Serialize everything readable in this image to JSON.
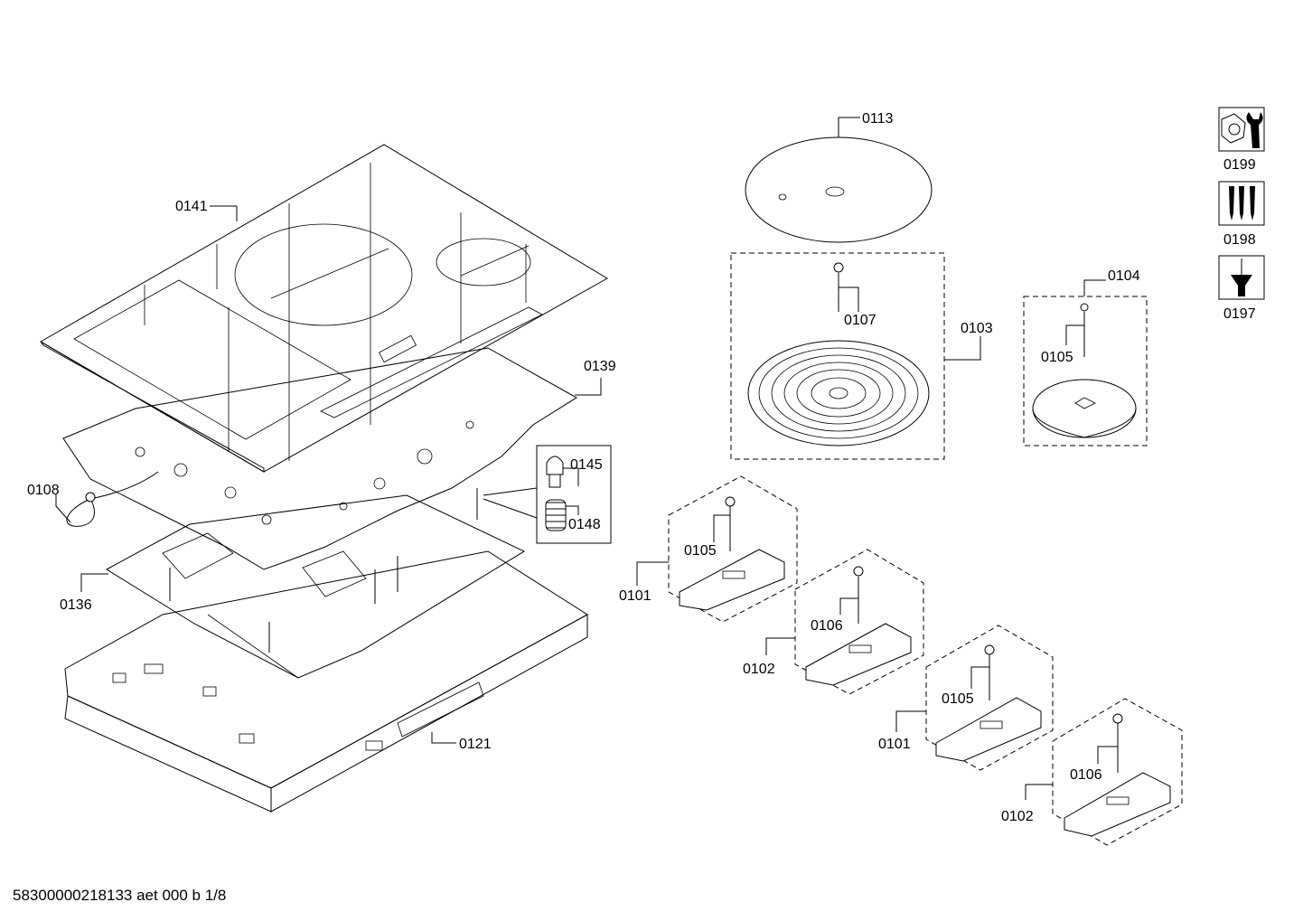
{
  "part_labels": {
    "p0113": "0113",
    "p0141": "0141",
    "p0107": "0107",
    "p0103": "0103",
    "p0104": "0104",
    "p0105a": "0105",
    "p0139": "0139",
    "p0145": "0145",
    "p0148": "0148",
    "p0108": "0108",
    "p0136": "0136",
    "p0105b": "0105",
    "p0101a": "0101",
    "p0106a": "0106",
    "p0102a": "0102",
    "p0121": "0121",
    "p0105c": "0105",
    "p0101b": "0101",
    "p0106b": "0106",
    "p0102b": "0102"
  },
  "tool_icons": [
    {
      "label": "0199",
      "icon": "nut-wrench-icon"
    },
    {
      "label": "0198",
      "icon": "screws-icon"
    },
    {
      "label": "0197",
      "icon": "screw-dispenser-icon"
    }
  ],
  "footer_text": "58300000218133 aet 000 b 1/8"
}
